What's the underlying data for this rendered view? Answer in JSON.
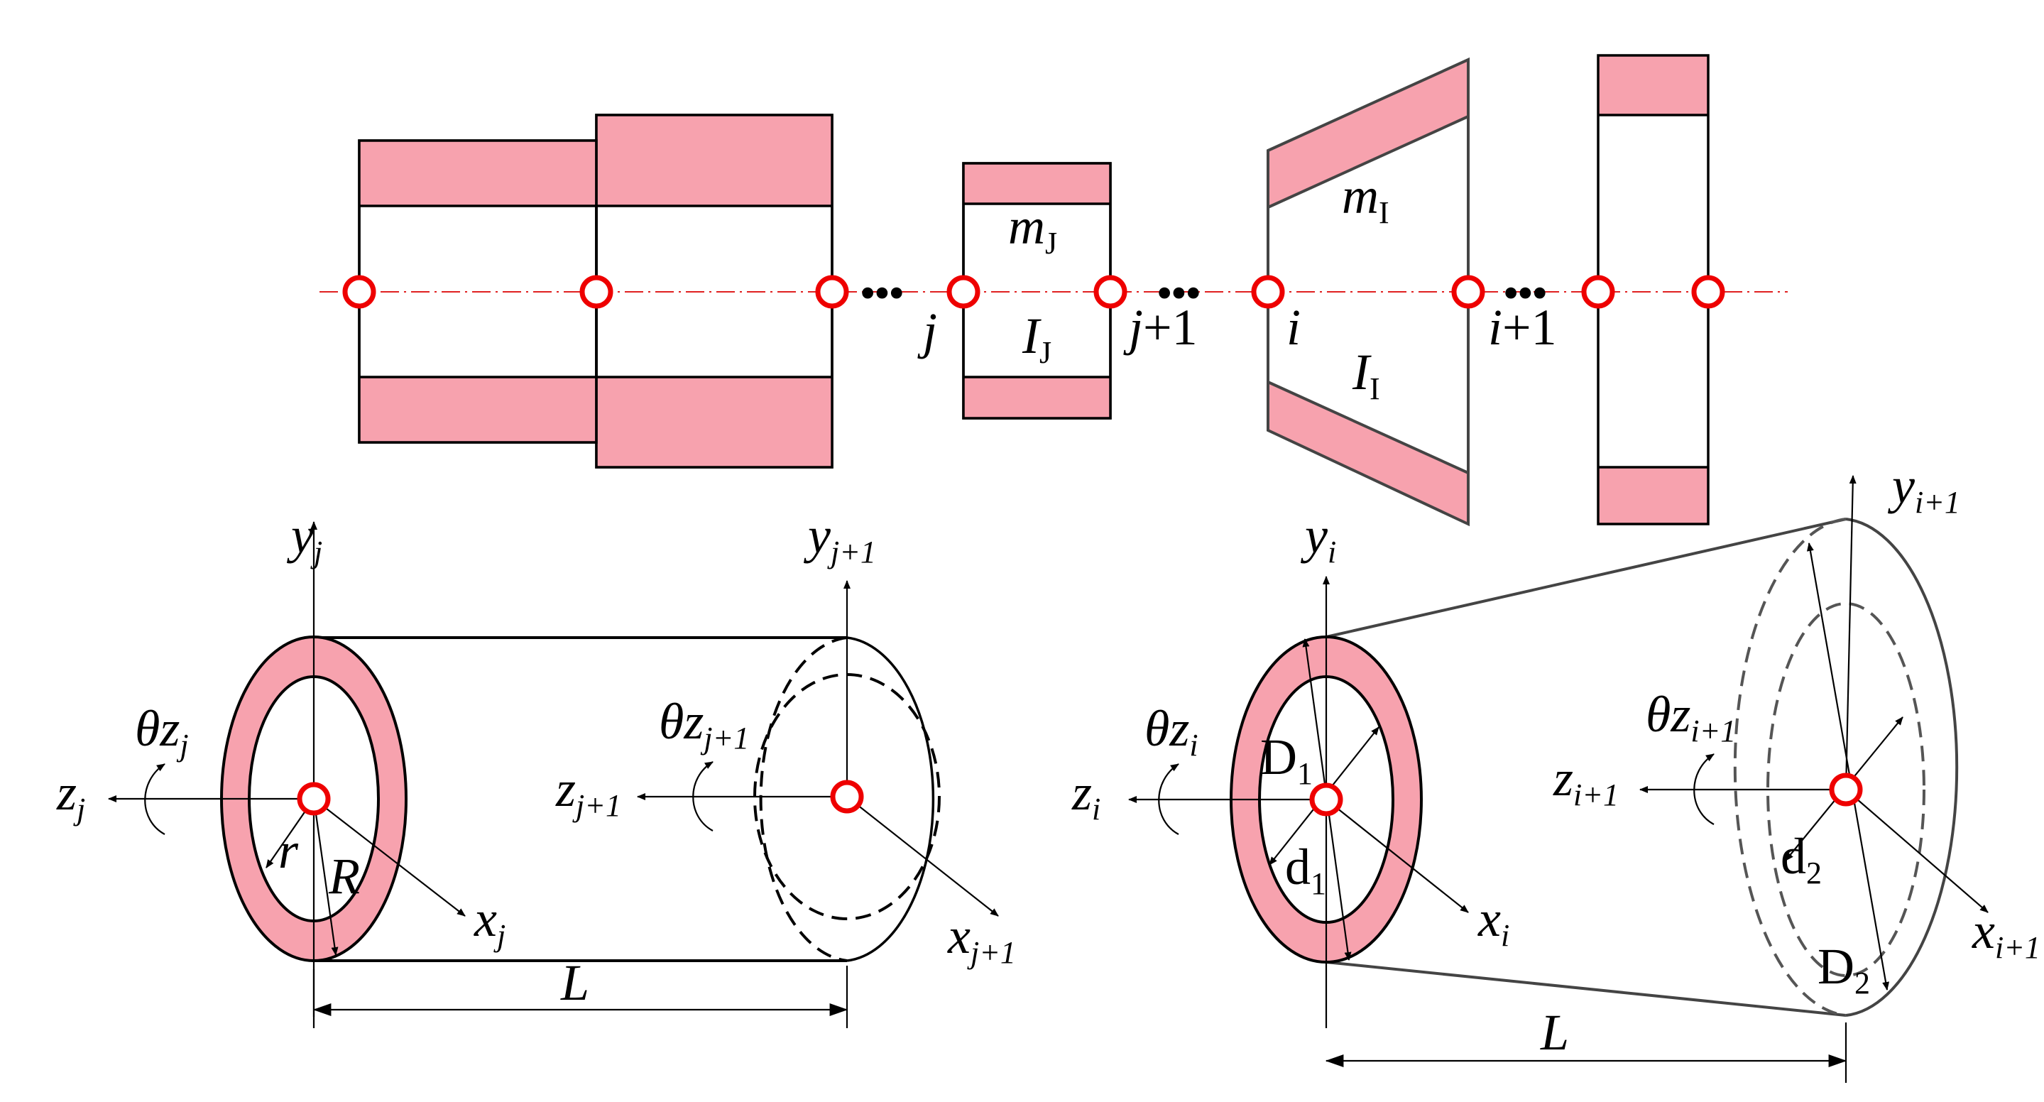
{
  "top": {
    "node_labels": {
      "j": "j",
      "j1_base": "j",
      "j1_suffix": "+1",
      "i": "i",
      "i1_base": "i",
      "i1_suffix": "+1"
    },
    "element_j": {
      "mass": "m",
      "mass_sub": "J",
      "inertia": "I",
      "inertia_sub": "J"
    },
    "element_i": {
      "mass": "m",
      "mass_sub": "I",
      "inertia": "I",
      "inertia_sub": "I"
    },
    "ellipsis": "•••"
  },
  "left_element": {
    "y_axis": "y",
    "y_sub": "j",
    "y_next": "y",
    "y_next_sub": "j+1",
    "x_axis": "x",
    "x_sub": "j",
    "x_next": "x",
    "x_next_sub": "j+1",
    "z_axis": "z",
    "z_sub": "j",
    "z_next": "z",
    "z_next_sub": "j+1",
    "theta": "θz",
    "theta_sub": "j",
    "theta_next": "θz",
    "theta_next_sub": "j+1",
    "inner_radius": "r",
    "outer_radius": "R",
    "length": "L"
  },
  "right_element": {
    "y_axis": "y",
    "y_sub": "i",
    "y_next": "y",
    "y_next_sub": "i+1",
    "x_axis": "x",
    "x_sub": "i",
    "x_next": "x",
    "x_next_sub": "i+1",
    "z_axis": "z",
    "z_sub": "i",
    "z_next": "z",
    "z_next_sub": "i+1",
    "theta": "θz",
    "theta_sub": "i",
    "theta_next": "θz",
    "theta_next_sub": "i+1",
    "outer_d1": "D",
    "outer_d1_sub": "1",
    "inner_d1": "d",
    "inner_d1_sub": "1",
    "outer_d2": "D",
    "outer_d2_sub": "2",
    "inner_d2": "d",
    "inner_d2_sub": "2",
    "length": "L"
  },
  "colors": {
    "fill": "#f7a2ae",
    "node": "#ee0000",
    "centerline": "#e02020"
  }
}
